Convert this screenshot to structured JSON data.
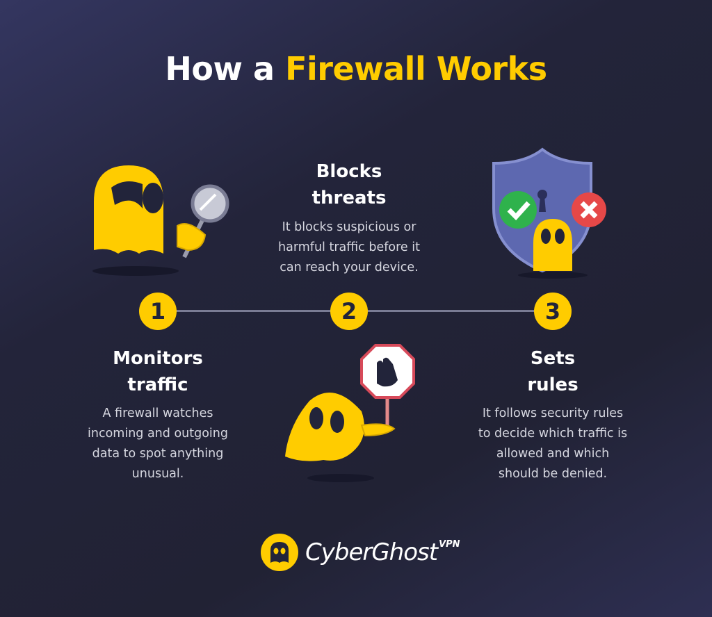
{
  "title": {
    "prefix": "How a",
    "highlight": "Firewall Works"
  },
  "steps": [
    {
      "number": "1",
      "title": "Monitors\ntraffic",
      "description": "A firewall watches\nincoming and outgoing\ndata to spot anything\nunusual."
    },
    {
      "number": "2",
      "title": "Blocks\nthreats",
      "description": "It blocks suspicious or\nharmful traffic before it\ncan reach your device."
    },
    {
      "number": "3",
      "title": "Sets\nrules",
      "description": "It follows security rules\nto decide which traffic is\nallowed and which\nshould be denied."
    }
  ],
  "logo": {
    "name": "CyberGhost",
    "suffix": "VPN"
  },
  "colors": {
    "accent": "#ffcc00",
    "background": "#23243a"
  }
}
